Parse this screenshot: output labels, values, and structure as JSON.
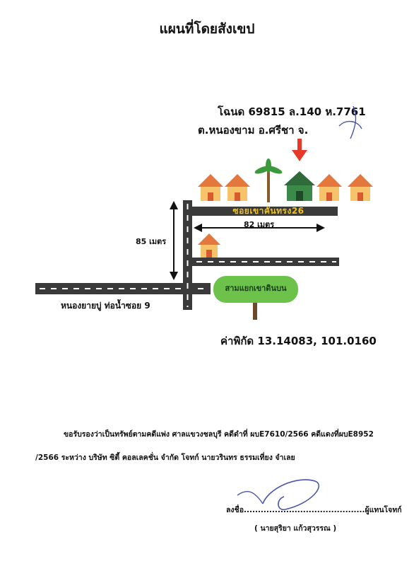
{
  "document": {
    "title": "แผนที่โดยสังเขป",
    "deed_line1": "โฉนด 69815 ล.140 ห.7761",
    "deed_line2": "ต.หนองขาม อ.ศรีชา จ.",
    "distance_vertical": "85 เมตร",
    "distance_horizontal": "82 เมตร",
    "soi_label": "ซอยเขาคันทรง26",
    "main_road_label": "หนองยายบู่ ท่อน้ำซอย 9",
    "junction_label": "สามแยกเขาดินบน",
    "coordinates": "ค่าพิกัด 13.14083, 101.0160",
    "certification_line1": "ขอรับรองว่าเป็นทรัพย์ตามคดีแพ่ง ศาลแขวงชลบุรี คดีดำที่ ผบE7610/2566 คดีแดงที่ผบE8952",
    "certification_line2": "/2566 ระหว่าง บริษัท ซิตี้ คอลเลคชั่น จำกัด โจทก์ นายวรินทร ธรรมเที่ยง  จำเลย",
    "sign_line": "ลงชื่อ...........................................ผู้แทนโจทก์",
    "signer_name": "( นายสุริยา แก้วสุวรรณ )"
  },
  "colors": {
    "road": "#3a3a3a",
    "road_dash": "#ffffff",
    "arrow": "#e53a2a",
    "house_wall": "#f6c36a",
    "house_roof": "#e4773e",
    "target_house": "#2f6b3a",
    "tree_sign": "#6cc24a",
    "signature_ink": "#4a55a8"
  },
  "icons": [
    "house-icon",
    "palm-tree-icon",
    "target-house-icon",
    "down-arrow-icon",
    "signature-mark"
  ]
}
